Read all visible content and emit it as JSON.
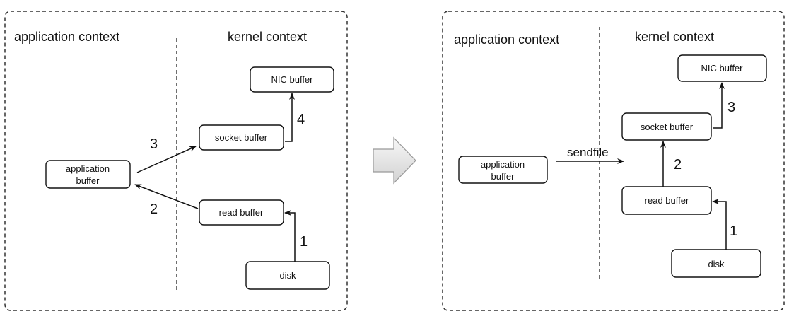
{
  "left_panel": {
    "application_context_label": "application context",
    "kernel_context_label": "kernel context",
    "boxes": {
      "nic_buffer": "NIC buffer",
      "socket_buffer": "socket buffer",
      "application_buffer_line1": "application",
      "application_buffer_line2": "buffer",
      "read_buffer": "read buffer",
      "disk": "disk"
    },
    "steps": {
      "step1": "1",
      "step2": "2",
      "step3": "3",
      "step4": "4"
    }
  },
  "right_panel": {
    "application_context_label": "application context",
    "kernel_context_label": "kernel context",
    "boxes": {
      "nic_buffer": "NIC buffer",
      "socket_buffer": "socket buffer",
      "application_buffer_line1": "application",
      "application_buffer_line2": "buffer",
      "read_buffer": "read buffer",
      "disk": "disk"
    },
    "sendfile_label": "sendfile",
    "steps": {
      "step1": "1",
      "step2": "2",
      "step3": "3"
    }
  }
}
